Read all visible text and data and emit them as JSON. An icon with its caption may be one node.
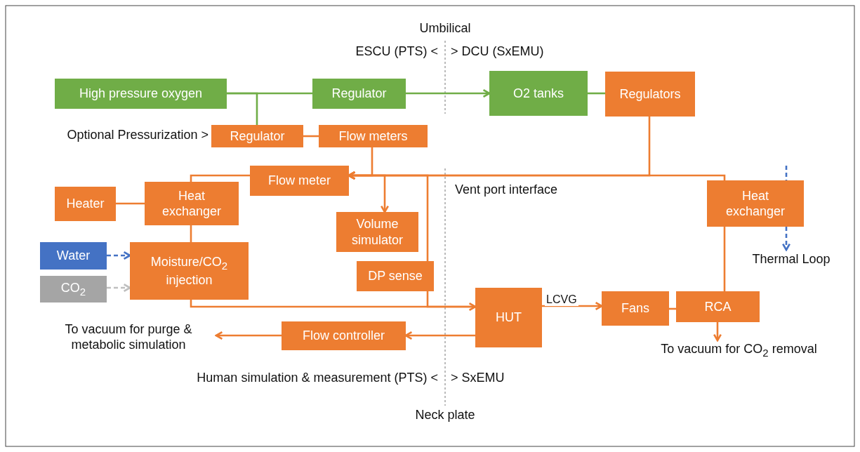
{
  "diagram": {
    "nodes": [
      {
        "text": [
          "High pressure oxygen"
        ]
      },
      {
        "text": [
          "Regulator"
        ]
      },
      {
        "text": [
          "O2 tanks"
        ]
      },
      {
        "text": [
          "Regulators"
        ]
      },
      {
        "text": [
          "Regulator"
        ],
        "beside": [
          "Optional Pressurization >"
        ]
      },
      {
        "text": [
          "Flow meters"
        ]
      },
      {
        "text": [
          "Flow meter"
        ]
      },
      {
        "text": [
          "Heater"
        ]
      },
      {
        "text": [
          "Heat exchanger"
        ]
      },
      {
        "text": [
          "Volume simulator"
        ]
      },
      {
        "text": [
          "Water"
        ]
      },
      {
        "text": [
          "CO$_{2}$"
        ]
      },
      {
        "text": [
          "Moisture/CO$_{2}$ injection"
        ]
      },
      {
        "text": [
          "DP sense"
        ]
      },
      {
        "text": [
          "Heat exchanger"
        ]
      },
      {
        "text": [
          "HUT"
        ]
      },
      {
        "text": [
          "Fans"
        ]
      },
      {
        "text": [
          "RCA"
        ]
      },
      {
        "text": [
          "Flow controller"
        ]
      },
      {
        "text": [
          "Thermal Loop"
        ]
      },
      {
        "text": [
          "To vacuum for purge & metabolic simulation"
        ]
      },
      {
        "text": [
          "To vacuum for CO$_{2}$ removal"
        ]
      }
    ],
    "edges": [
      {
        "from": 0,
        "to": 1,
        "arrow": "none",
        "color": "#70ad47"
      },
      {
        "from": 0,
        "to": 4,
        "arrow": "none",
        "color": "#70ad47"
      },
      {
        "from": 1,
        "to": 2,
        "arrow": "to",
        "color": "#70ad47"
      },
      {
        "from": 2,
        "to": 3,
        "arrow": "none",
        "color": "#70ad47"
      },
      {
        "from": 4,
        "to": 5,
        "arrow": "none"
      },
      {
        "from": 5,
        "to": 6,
        "arrow": "to"
      },
      {
        "from": 3,
        "to": 6,
        "arrow": "to"
      },
      {
        "from": 14,
        "to": 6,
        "arrow": "to"
      },
      {
        "from": 6,
        "to": 8,
        "arrow": "none"
      },
      {
        "from": 6,
        "to": 9,
        "arrow": "both"
      },
      {
        "from": 7,
        "to": 8,
        "arrow": "none"
      },
      {
        "from": 8,
        "to": 12,
        "arrow": "none"
      },
      {
        "from": 10,
        "to": 12,
        "arrow": "to",
        "style": "dashed",
        "color": "#4472c4"
      },
      {
        "from": 11,
        "to": 12,
        "arrow": "to",
        "style": "dashed",
        "color": "#bfbfbf"
      },
      {
        "from": 12,
        "to": 15,
        "arrow": "to"
      },
      {
        "from": 6,
        "to": 13,
        "arrow": "none"
      },
      {
        "from": 13,
        "to": 15,
        "arrow": "none"
      },
      {
        "from": 15,
        "to": 16,
        "arrow": "to",
        "label": "LCVG"
      },
      {
        "from": 16,
        "to": 17,
        "arrow": "none"
      },
      {
        "from": 17,
        "to": 14,
        "arrow": "none"
      },
      {
        "from": 17,
        "to": 21,
        "arrow": "to"
      },
      {
        "from": 15,
        "to": 18,
        "arrow": "to"
      },
      {
        "from": 18,
        "to": 20,
        "arrow": "to"
      },
      {
        "from": 14,
        "to": 19,
        "arrow": "to",
        "style": "dashed",
        "color": "#4472c4"
      },
      {
        "from": null,
        "to": 14,
        "arrow": "none",
        "style": "dashed",
        "color": "#4472c4"
      }
    ],
    "labels": [
      "Umbilical",
      "ESCU (PTS) <",
      "> DCU (SxEMU)",
      "Vent port interface",
      "Human simulation & measurement (PTS) <",
      "> SxEMU",
      "Neck plate"
    ]
  }
}
